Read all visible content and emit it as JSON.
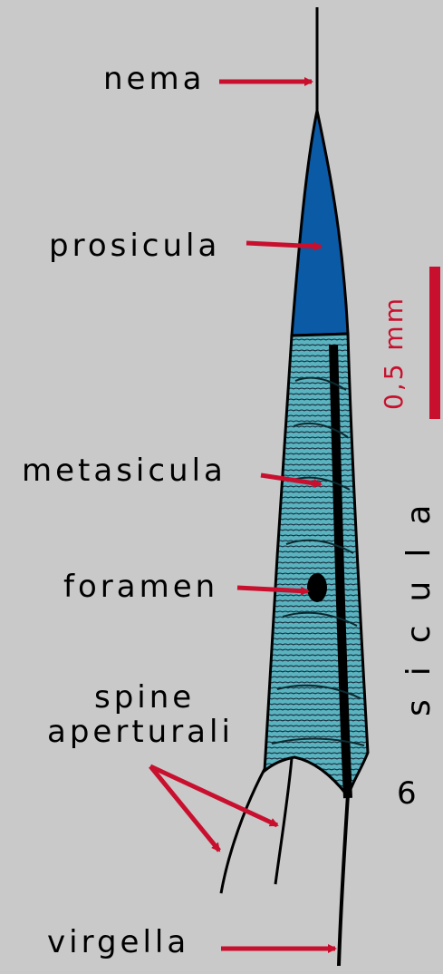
{
  "labels": {
    "nema": "nema",
    "prosicula": "prosicula",
    "metasicula": "metasicula",
    "foramen": "foramen",
    "spine_line1": "spine",
    "spine_line2": "aperturali",
    "virgella": "virgella"
  },
  "scale_bar": {
    "label": "0,5 mm"
  },
  "side_label": "sicula",
  "figure_number": "6",
  "colors": {
    "background": "#c9c9c9",
    "prosicula": "#0a5aa6",
    "metasicula": "#5ab3bf",
    "arrow": "#c8102e",
    "outline": "#000000"
  }
}
